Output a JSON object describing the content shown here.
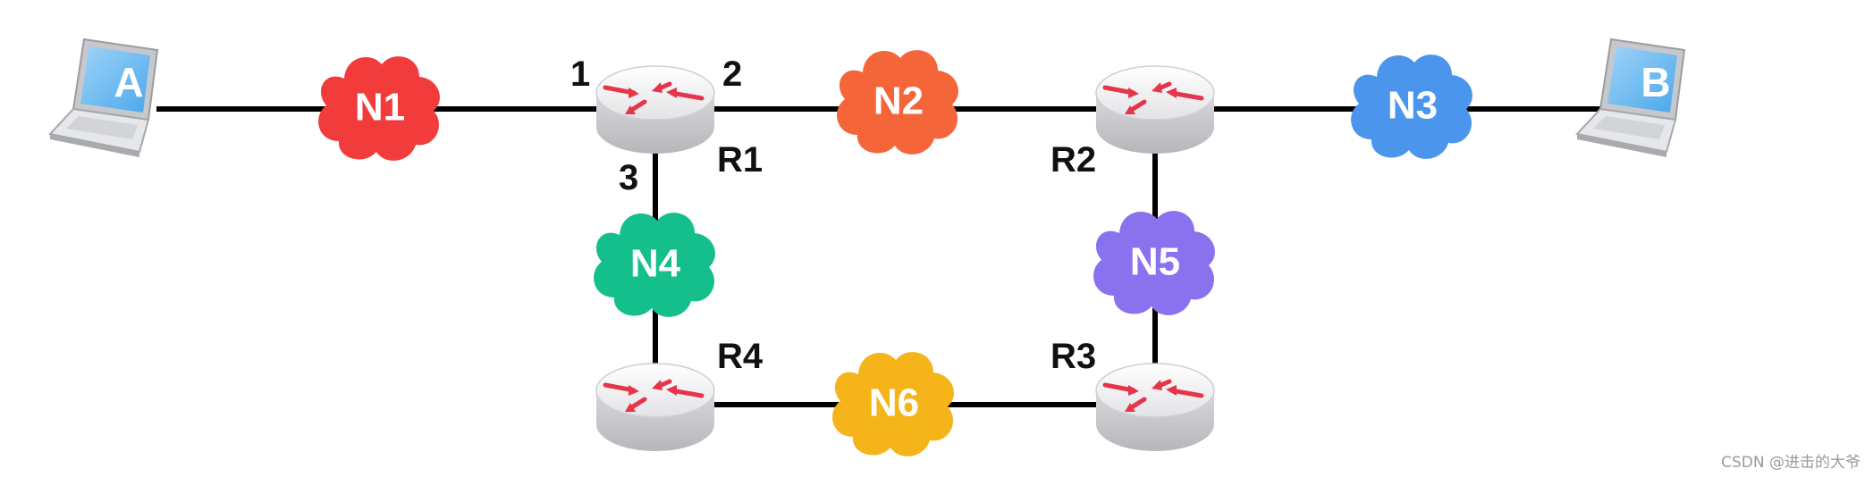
{
  "hosts": {
    "a": {
      "label": "A"
    },
    "b": {
      "label": "B"
    }
  },
  "networks": {
    "n1": {
      "label": "N1",
      "color": "#f23c3c"
    },
    "n2": {
      "label": "N2",
      "color": "#f5653a"
    },
    "n3": {
      "label": "N3",
      "color": "#4b96ec"
    },
    "n4": {
      "label": "N4",
      "color": "#15bf8c"
    },
    "n5": {
      "label": "N5",
      "color": "#8a72ee"
    },
    "n6": {
      "label": "N6",
      "color": "#f4b41a"
    }
  },
  "routers": {
    "r1": {
      "label": "R1"
    },
    "r2": {
      "label": "R2"
    },
    "r3": {
      "label": "R3"
    },
    "r4": {
      "label": "R4"
    }
  },
  "interfaces": {
    "r1_if1": "1",
    "r1_if2": "2",
    "r1_if3": "3"
  },
  "watermark": "CSDN @进击的大爷"
}
